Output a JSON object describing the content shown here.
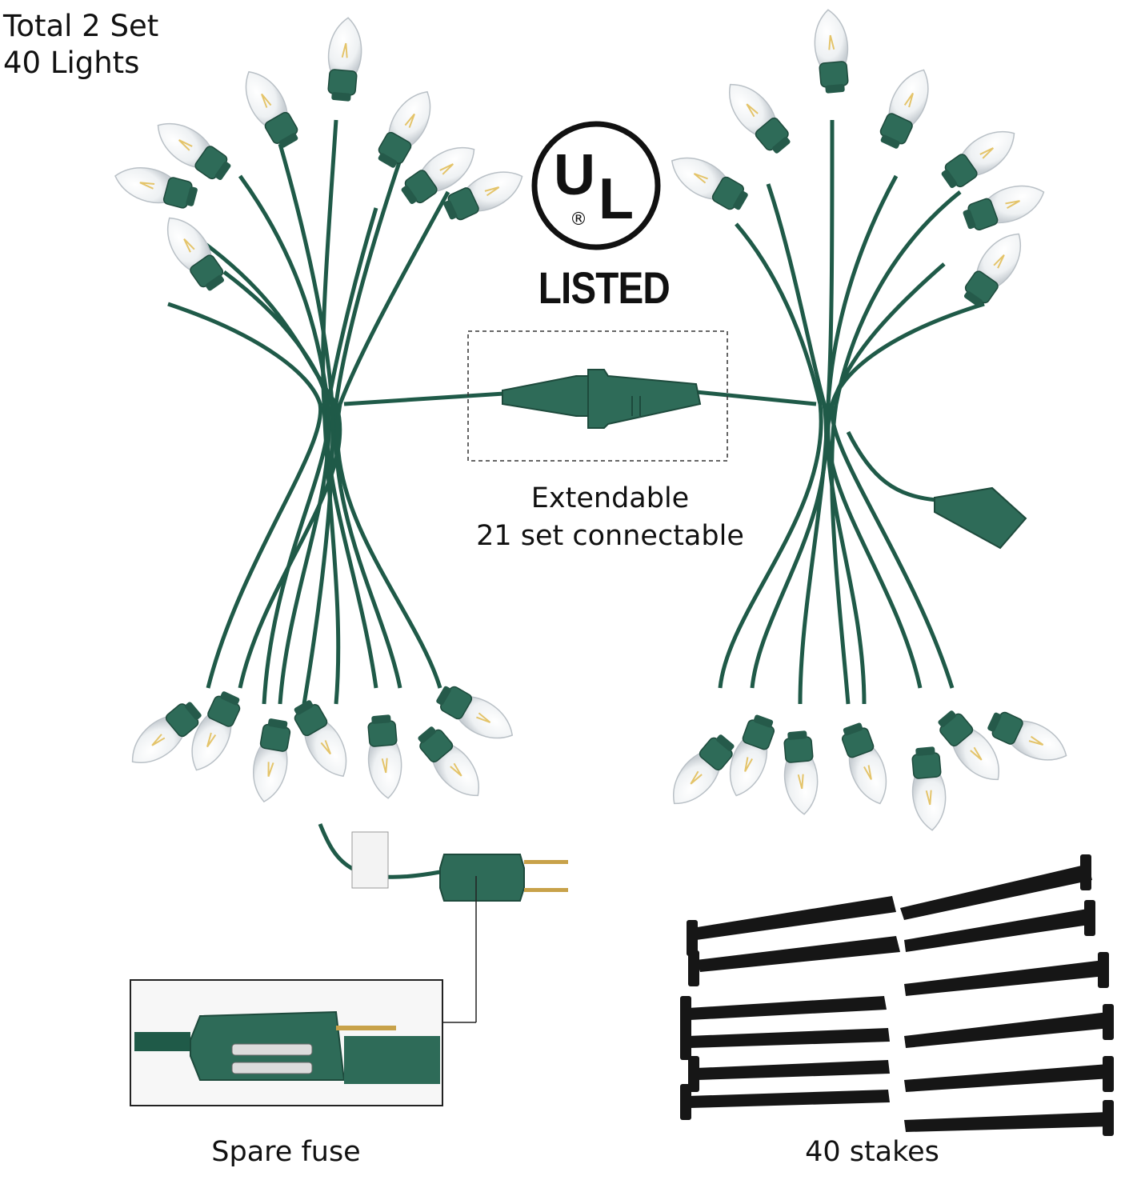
{
  "header": {
    "line1": "Total 2 Set",
    "line2": "40 Lights"
  },
  "ul_mark": {
    "letter_u": "U",
    "letter_l": "L",
    "registered": "®",
    "listed": "LISTED"
  },
  "extend": {
    "line1": "Extendable",
    "line2": "21 set connectable"
  },
  "fuse": {
    "caption": "Spare fuse"
  },
  "stakes": {
    "caption": "40 stakes"
  },
  "colors": {
    "cord_green": "#1f5a48",
    "socket_green": "#2e6b58",
    "bulb_glass": "#f2f4f6",
    "stake_black": "#161616"
  },
  "icons": [
    "ul-listed-logo",
    "string-light-coil",
    "plug-icon",
    "fuse-plug-closeup",
    "garden-stake"
  ]
}
